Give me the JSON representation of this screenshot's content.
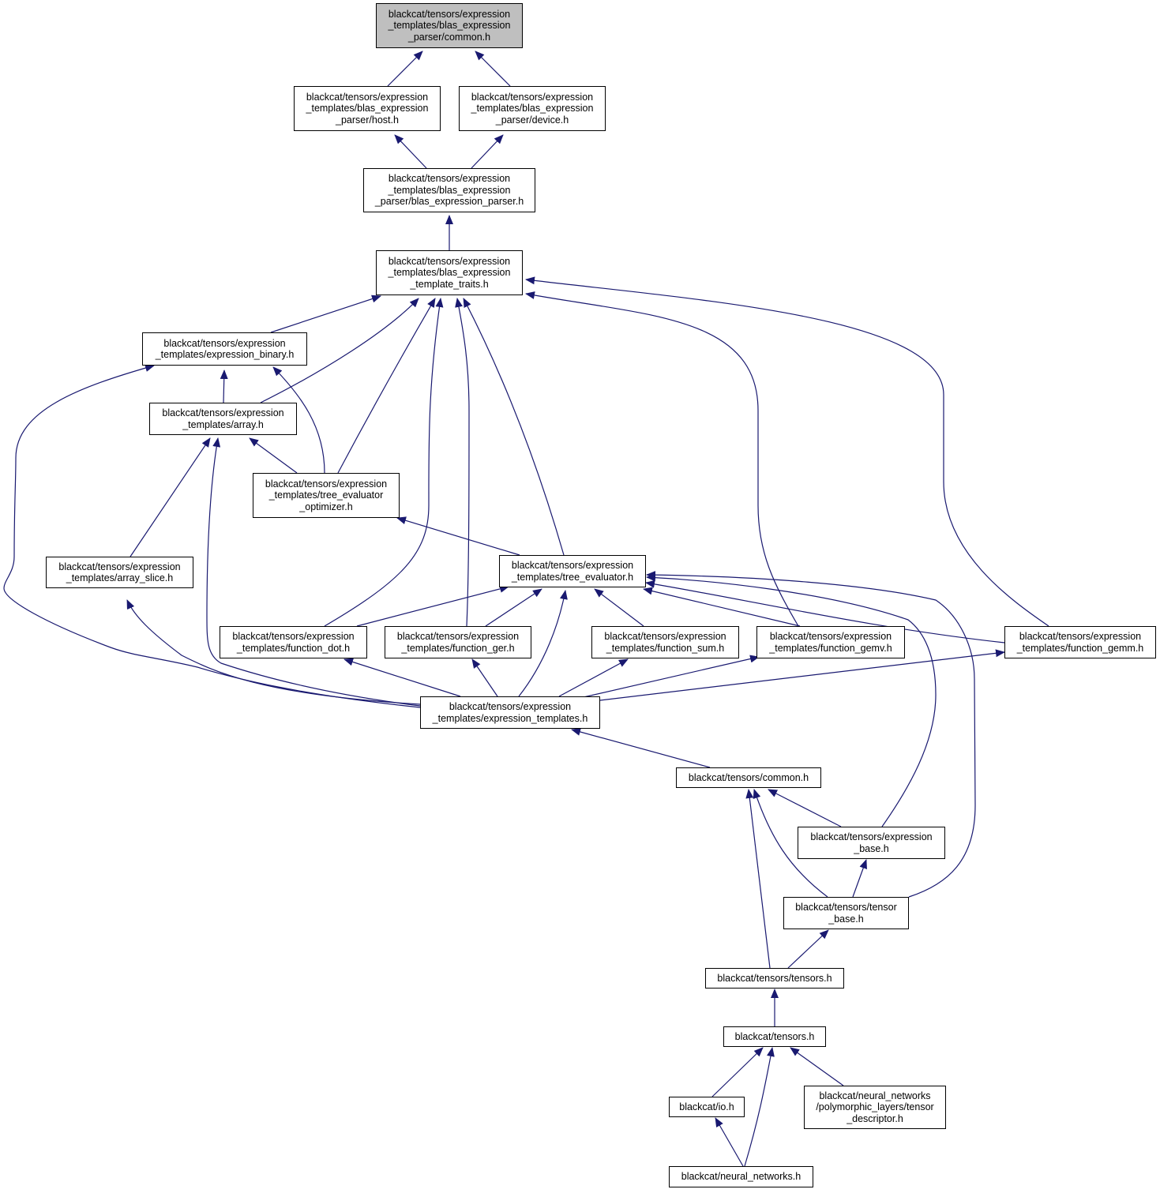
{
  "colors": {
    "edge": "#191970",
    "node_border": "#000000",
    "root_fill": "#bfbfbf",
    "node_fill": "#ffffff"
  },
  "nodes": [
    {
      "id": "common_parser",
      "label": "blackcat/tensors/expression\n_templates/blas_expression\n_parser/common.h",
      "root": true
    },
    {
      "id": "host",
      "label": "blackcat/tensors/expression\n_templates/blas_expression\n_parser/host.h"
    },
    {
      "id": "device",
      "label": "blackcat/tensors/expression\n_templates/blas_expression\n_parser/device.h"
    },
    {
      "id": "bep",
      "label": "blackcat/tensors/expression\n_templates/blas_expression\n_parser/blas_expression_parser.h"
    },
    {
      "id": "traits",
      "label": "blackcat/tensors/expression\n_templates/blas_expression\n_template_traits.h"
    },
    {
      "id": "binary",
      "label": "blackcat/tensors/expression\n_templates/expression_binary.h"
    },
    {
      "id": "array",
      "label": "blackcat/tensors/expression\n_templates/array.h"
    },
    {
      "id": "optimizer",
      "label": "blackcat/tensors/expression\n_templates/tree_evaluator\n_optimizer.h"
    },
    {
      "id": "array_slice",
      "label": "blackcat/tensors/expression\n_templates/array_slice.h"
    },
    {
      "id": "tree_eval",
      "label": "blackcat/tensors/expression\n_templates/tree_evaluator.h"
    },
    {
      "id": "f_dot",
      "label": "blackcat/tensors/expression\n_templates/function_dot.h"
    },
    {
      "id": "f_ger",
      "label": "blackcat/tensors/expression\n_templates/function_ger.h"
    },
    {
      "id": "f_sum",
      "label": "blackcat/tensors/expression\n_templates/function_sum.h"
    },
    {
      "id": "f_gemv",
      "label": "blackcat/tensors/expression\n_templates/function_gemv.h"
    },
    {
      "id": "f_gemm",
      "label": "blackcat/tensors/expression\n_templates/function_gemm.h"
    },
    {
      "id": "expr_templates",
      "label": "blackcat/tensors/expression\n_templates/expression_templates.h"
    },
    {
      "id": "tensors_common",
      "label": "blackcat/tensors/common.h"
    },
    {
      "id": "expr_base",
      "label": "blackcat/tensors/expression\n_base.h"
    },
    {
      "id": "tensor_base",
      "label": "blackcat/tensors/tensor\n_base.h"
    },
    {
      "id": "tensors_tensors",
      "label": "blackcat/tensors/tensors.h"
    },
    {
      "id": "tensors_h",
      "label": "blackcat/tensors.h"
    },
    {
      "id": "io",
      "label": "blackcat/io.h"
    },
    {
      "id": "tensor_desc",
      "label": "blackcat/neural_networks\n/polymorphic_layers/tensor\n_descriptor.h"
    },
    {
      "id": "nn",
      "label": "blackcat/neural_networks.h"
    }
  ],
  "edges": [
    {
      "from": "host",
      "to": "common_parser"
    },
    {
      "from": "device",
      "to": "common_parser"
    },
    {
      "from": "bep",
      "to": "host"
    },
    {
      "from": "bep",
      "to": "device"
    },
    {
      "from": "traits",
      "to": "bep"
    },
    {
      "from": "binary",
      "to": "traits"
    },
    {
      "from": "array",
      "to": "traits"
    },
    {
      "from": "optimizer",
      "to": "traits"
    },
    {
      "from": "f_dot",
      "to": "traits"
    },
    {
      "from": "f_ger",
      "to": "traits"
    },
    {
      "from": "tree_eval",
      "to": "traits"
    },
    {
      "from": "f_gemv",
      "to": "traits"
    },
    {
      "from": "f_gemm",
      "to": "traits"
    },
    {
      "from": "array",
      "to": "binary"
    },
    {
      "from": "optimizer",
      "to": "binary"
    },
    {
      "from": "expr_templates",
      "to": "binary"
    },
    {
      "from": "optimizer",
      "to": "array"
    },
    {
      "from": "array_slice",
      "to": "array"
    },
    {
      "from": "expr_templates",
      "to": "array"
    },
    {
      "from": "tree_eval",
      "to": "optimizer"
    },
    {
      "from": "expr_templates",
      "to": "array_slice"
    },
    {
      "from": "f_dot",
      "to": "tree_eval"
    },
    {
      "from": "f_ger",
      "to": "tree_eval"
    },
    {
      "from": "f_sum",
      "to": "tree_eval"
    },
    {
      "from": "f_gemv",
      "to": "tree_eval"
    },
    {
      "from": "f_gemm",
      "to": "tree_eval"
    },
    {
      "from": "expr_templates",
      "to": "tree_eval"
    },
    {
      "from": "expr_base",
      "to": "tree_eval"
    },
    {
      "from": "tensor_base",
      "to": "tree_eval"
    },
    {
      "from": "expr_templates",
      "to": "f_dot"
    },
    {
      "from": "expr_templates",
      "to": "f_ger"
    },
    {
      "from": "expr_templates",
      "to": "f_sum"
    },
    {
      "from": "expr_templates",
      "to": "f_gemv"
    },
    {
      "from": "expr_templates",
      "to": "f_gemm"
    },
    {
      "from": "tensors_common",
      "to": "expr_templates"
    },
    {
      "from": "expr_base",
      "to": "tensors_common"
    },
    {
      "from": "tensor_base",
      "to": "tensors_common"
    },
    {
      "from": "tensors_tensors",
      "to": "tensors_common"
    },
    {
      "from": "tensor_base",
      "to": "expr_base"
    },
    {
      "from": "tensors_tensors",
      "to": "tensor_base"
    },
    {
      "from": "tensors_h",
      "to": "tensors_tensors"
    },
    {
      "from": "io",
      "to": "tensors_h"
    },
    {
      "from": "nn",
      "to": "tensors_h"
    },
    {
      "from": "tensor_desc",
      "to": "tensors_h"
    },
    {
      "from": "nn",
      "to": "io"
    }
  ]
}
